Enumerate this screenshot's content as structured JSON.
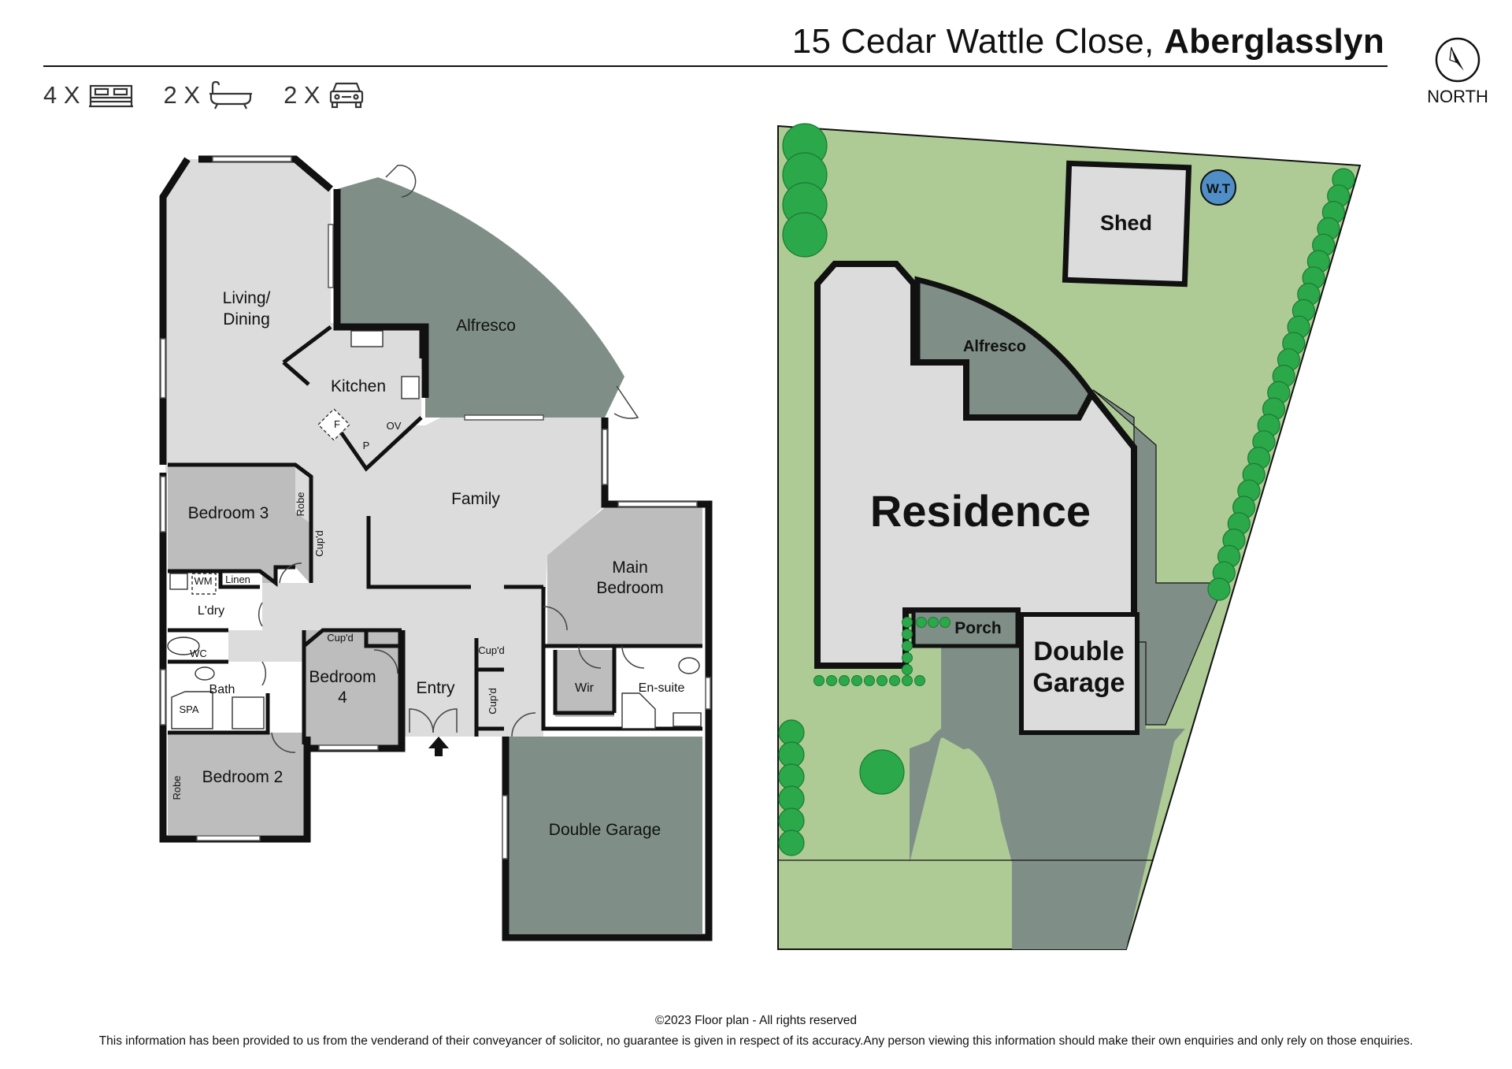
{
  "header": {
    "address_street": "15 Cedar Wattle Close,",
    "address_suburb": "Aberglasslyn"
  },
  "features": {
    "bedrooms": "4 X",
    "bathrooms": "2 X",
    "cars": "2 X"
  },
  "compass": {
    "label": "NORTH"
  },
  "floorplan": {
    "rooms": {
      "living": "Living/",
      "dining": "Dining",
      "alfresco": "Alfresco",
      "kitchen": "Kitchen",
      "fridge": "F",
      "oven": "OV",
      "pantry": "P",
      "family": "Family",
      "bedroom3": "Bedroom 3",
      "robe3": "Robe",
      "cupd_hall": "Cup'd",
      "main_bedroom_1": "Main",
      "main_bedroom_2": "Bedroom",
      "linen": "Linen",
      "wm": "WM",
      "laundry": "L'dry",
      "cupd_bed4": "Cup'd",
      "cupd_entry_small": "Cup'd",
      "wc": "WC",
      "bedroom4_1": "Bedroom",
      "bedroom4_2": "4",
      "entry": "Entry",
      "cupd_entry": "Cup'd",
      "wir": "Wir",
      "ensuite": "En-suite",
      "bath": "Bath",
      "spa": "SPA",
      "bedroom2": "Bedroom 2",
      "robe2": "Robe",
      "garage": "Double Garage"
    }
  },
  "siteplan": {
    "shed": "Shed",
    "water_tank": "W.T",
    "alfresco": "Alfresco",
    "residence": "Residence",
    "porch": "Porch",
    "garage_1": "Double",
    "garage_2": "Garage"
  },
  "footer": {
    "copyright": "©2023 Floor plan  - All rights reserved",
    "disclaimer": "This information has been provided to us from the venderand of their conveyancer of solicitor, no guarantee is given in respect of its accuracy.Any person viewing this information should make their own enquiries and only rely on those enquiries."
  },
  "colors": {
    "room_light": "#dcdcdc",
    "room_mid": "#bdbdbd",
    "outdoor_dark": "#7f8f88",
    "lawn": "#aecb96",
    "tree": "#2aa84a",
    "tank": "#4f8ec6"
  }
}
